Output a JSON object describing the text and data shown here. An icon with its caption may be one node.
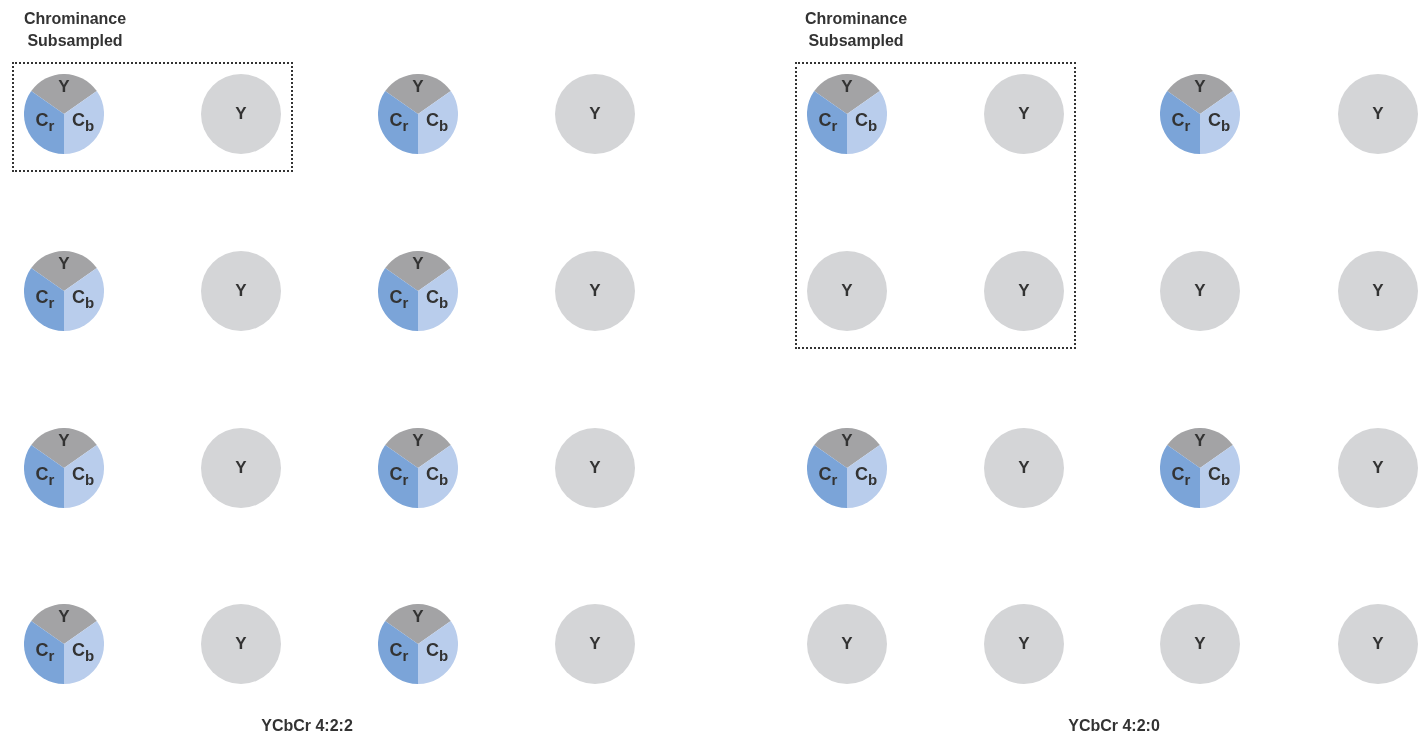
{
  "diagram": {
    "nodes": [
      {
        "text": [
          "Chrominance Subsampled"
        ]
      },
      {
        "text": [
          "Y",
          "C$_{r}$",
          "C$_{b}$"
        ],
        "in": 0
      },
      {
        "text": [
          "Y"
        ],
        "in": 0
      },
      {
        "text": [
          "Y",
          "C$_{r}$",
          "C$_{b}$"
        ]
      },
      {
        "text": [
          "Y"
        ]
      },
      {
        "text": [
          "Y",
          "C$_{r}$",
          "C$_{b}$"
        ]
      },
      {
        "text": [
          "Y"
        ]
      },
      {
        "text": [
          "Y",
          "C$_{r}$",
          "C$_{b}$"
        ]
      },
      {
        "text": [
          "Y"
        ]
      },
      {
        "text": [
          "Y",
          "C$_{r}$",
          "C$_{b}$"
        ]
      },
      {
        "text": [
          "Y"
        ]
      },
      {
        "text": [
          "Y",
          "C$_{r}$",
          "C$_{b}$"
        ]
      },
      {
        "text": [
          "Y"
        ]
      },
      {
        "text": [
          "Y",
          "C$_{r}$",
          "C$_{b}$"
        ]
      },
      {
        "text": [
          "Y"
        ]
      },
      {
        "text": [
          "Y",
          "C$_{r}$",
          "C$_{b}$"
        ]
      },
      {
        "text": [
          "Y"
        ]
      },
      {
        "text": [
          "Chrominance Subsampled"
        ]
      },
      {
        "text": [
          "Y",
          "C$_{r}$",
          "C$_{b}$"
        ],
        "in": 17
      },
      {
        "text": [
          "Y"
        ],
        "in": 17
      },
      {
        "text": [
          "Y",
          "C$_{r}$",
          "C$_{b}$"
        ]
      },
      {
        "text": [
          "Y"
        ]
      },
      {
        "text": [
          "Y"
        ],
        "in": 17
      },
      {
        "text": [
          "Y"
        ],
        "in": 17
      },
      {
        "text": [
          "Y"
        ]
      },
      {
        "text": [
          "Y"
        ]
      },
      {
        "text": [
          "Y",
          "C$_{r}$",
          "C$_{b}$"
        ]
      },
      {
        "text": [
          "Y"
        ]
      },
      {
        "text": [
          "Y",
          "C$_{r}$",
          "C$_{b}$"
        ]
      },
      {
        "text": [
          "Y"
        ]
      },
      {
        "text": [
          "Y"
        ]
      },
      {
        "text": [
          "Y"
        ]
      },
      {
        "text": [
          "Y"
        ]
      },
      {
        "text": [
          "Y"
        ]
      }
    ],
    "labels": [
      "YCbCr 4:2:2",
      "YCbCr 4:2:0"
    ]
  }
}
